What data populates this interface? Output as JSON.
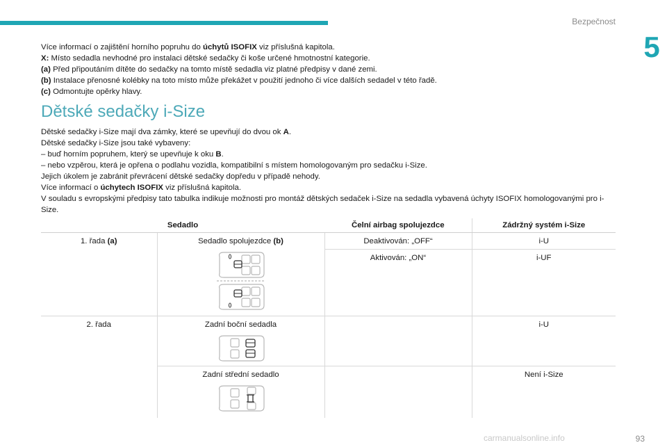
{
  "header": {
    "section": "Bezpečnost",
    "chapter": "5"
  },
  "intro": {
    "line1_pre": "Více informací o zajištění horního popruhu do ",
    "line1_bold": "úchytů ISOFIX",
    "line1_post": " viz příslušná kapitola.",
    "x_key": "X:",
    "x_text": " Místo sedadla nevhodné pro instalaci dětské sedačky či koše určené hmotnostní kategorie.",
    "a_key": "(a)",
    "a_text": " Před připoutáním dítěte do sedačky na tomto místě sedadla viz platné předpisy v dané zemi.",
    "b_key": "(b)",
    "b_text": " Instalace přenosné kolébky na toto místo může překážet v použití jednoho či více dalších sedadel v této řadě.",
    "c_key": "(c)",
    "c_text": " Odmontujte opěrky hlavy."
  },
  "section_title": "Dětské sedačky i-Size",
  "body": {
    "p1_pre": "Dětské sedačky i-Size mají dva zámky, které se upevňují do dvou ok ",
    "p1_bold": "A",
    "p1_post": ".",
    "p2": "Dětské sedačky i-Size jsou také vybaveny:",
    "p3_pre": "–  buď horním popruhem, který se upevňuje k oku ",
    "p3_bold": "B",
    "p3_post": ".",
    "p4": "–  nebo vzpěrou, která je opřena o podlahu vozidla, kompatibilní s místem homologovaným pro sedačku i-Size.",
    "p5": "Jejich úkolem je zabránit převrácení dětské sedačky dopředu v případě nehody.",
    "p6_pre": "Více informací o ",
    "p6_bold": "úchytech ISOFIX",
    "p6_post": " viz příslušná kapitola.",
    "p7": "V souladu s evropskými předpisy tato tabulka indikuje možnosti pro montáž dětských sedaček i-Size na sedadla vybavená úchyty ISOFIX homologovanými pro i-Size."
  },
  "table": {
    "headers": [
      "Sedadlo",
      "Čelní airbag spolujezdce",
      "Zádržný systém i-Size"
    ],
    "row1_label": "1. řada ",
    "row1_label_bold": "(a)",
    "row1_seat": "Sedadlo spolujezdce ",
    "row1_seat_bold": "(b)",
    "row1_airbag_off": "Deaktivován: „OFF“",
    "row1_airbag_off_val": "i-U",
    "row1_airbag_on": "Aktivován: „ON“",
    "row1_airbag_on_val": "i-UF",
    "row2_label": "2. řada",
    "row2a_seat": "Zadní boční sedadla",
    "row2a_val": "i-U",
    "row2b_seat": "Zadní střední sedadlo",
    "row2b_val": "Není i-Size"
  },
  "footer": {
    "page": "93",
    "watermark": "carmanualsonline.info"
  }
}
